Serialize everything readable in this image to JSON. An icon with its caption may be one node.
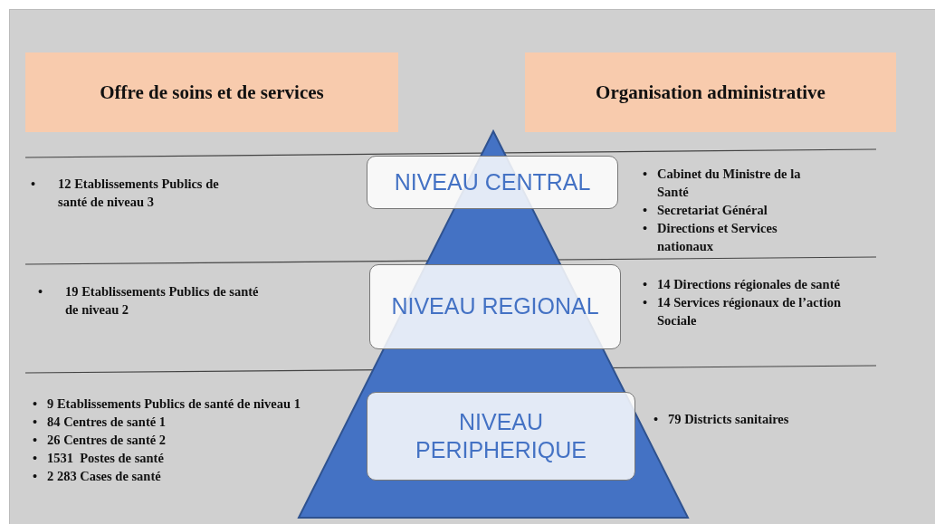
{
  "diagram": {
    "nodes": [
      {
        "text": [
          "Offre de soins et de services"
        ]
      },
      {
        "text": [
          "Organisation administrative"
        ]
      },
      {
        "text": [
          "NIVEAU CENTRAL"
        ]
      },
      {
        "text": [
          "NIVEAU REGIONAL"
        ]
      },
      {
        "text": [
          "NIVEAU PERIPHERIQUE"
        ]
      }
    ],
    "edges": [],
    "labels": [
      "•",
      "12 Etablissements Publics de santé de niveau 3",
      "•",
      "Cabinet du Ministre de la Santé",
      "•",
      "Secretariat Général",
      "•",
      "Directions et Services nationaux",
      "•",
      "19 Etablissements Publics de santé de niveau 2",
      "•",
      "14 Directions régionales de santé",
      "•",
      "14 Services régionaux de l’action Sociale",
      "•",
      "9 Etablissements Publics de santé de niveau 1",
      "•",
      "84 Centres de santé 1",
      "•",
      "26 Centres de santé 2",
      "•",
      "1531  Postes de santé",
      "•",
      "2 283 Cases de santé",
      "•",
      "79 Districts sanitaires"
    ]
  }
}
